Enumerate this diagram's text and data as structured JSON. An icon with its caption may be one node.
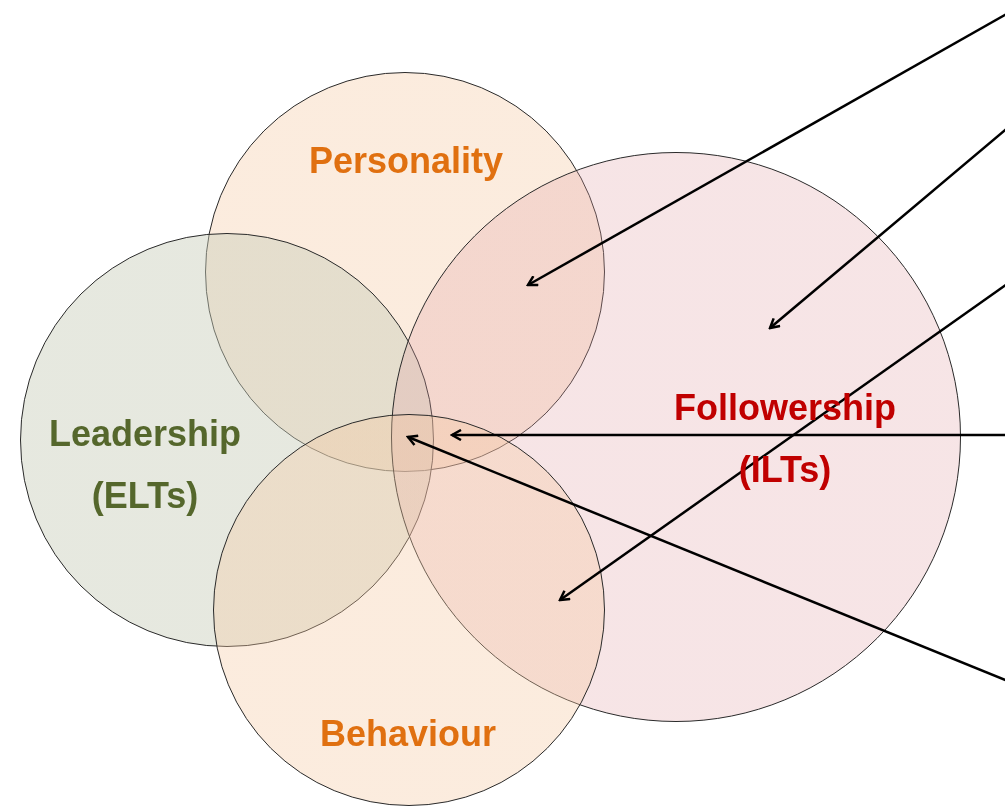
{
  "diagram": {
    "nodes": [
      {
        "text": [
          "Personality"
        ]
      },
      {
        "text": [
          "Leadership (ELTs)"
        ]
      },
      {
        "text": [
          "Followership (ILTs)"
        ]
      },
      {
        "text": [
          "Behaviour"
        ]
      }
    ],
    "edges": [
      {
        "from": null,
        "to": 0,
        "arrow": "to"
      },
      {
        "from": null,
        "to": 2,
        "arrow": "to"
      },
      {
        "from": null,
        "to": 3,
        "arrow": "to"
      },
      {
        "from": null,
        "to": 0,
        "arrow": "to"
      },
      {
        "from": null,
        "to": 1,
        "arrow": "to"
      }
    ]
  }
}
